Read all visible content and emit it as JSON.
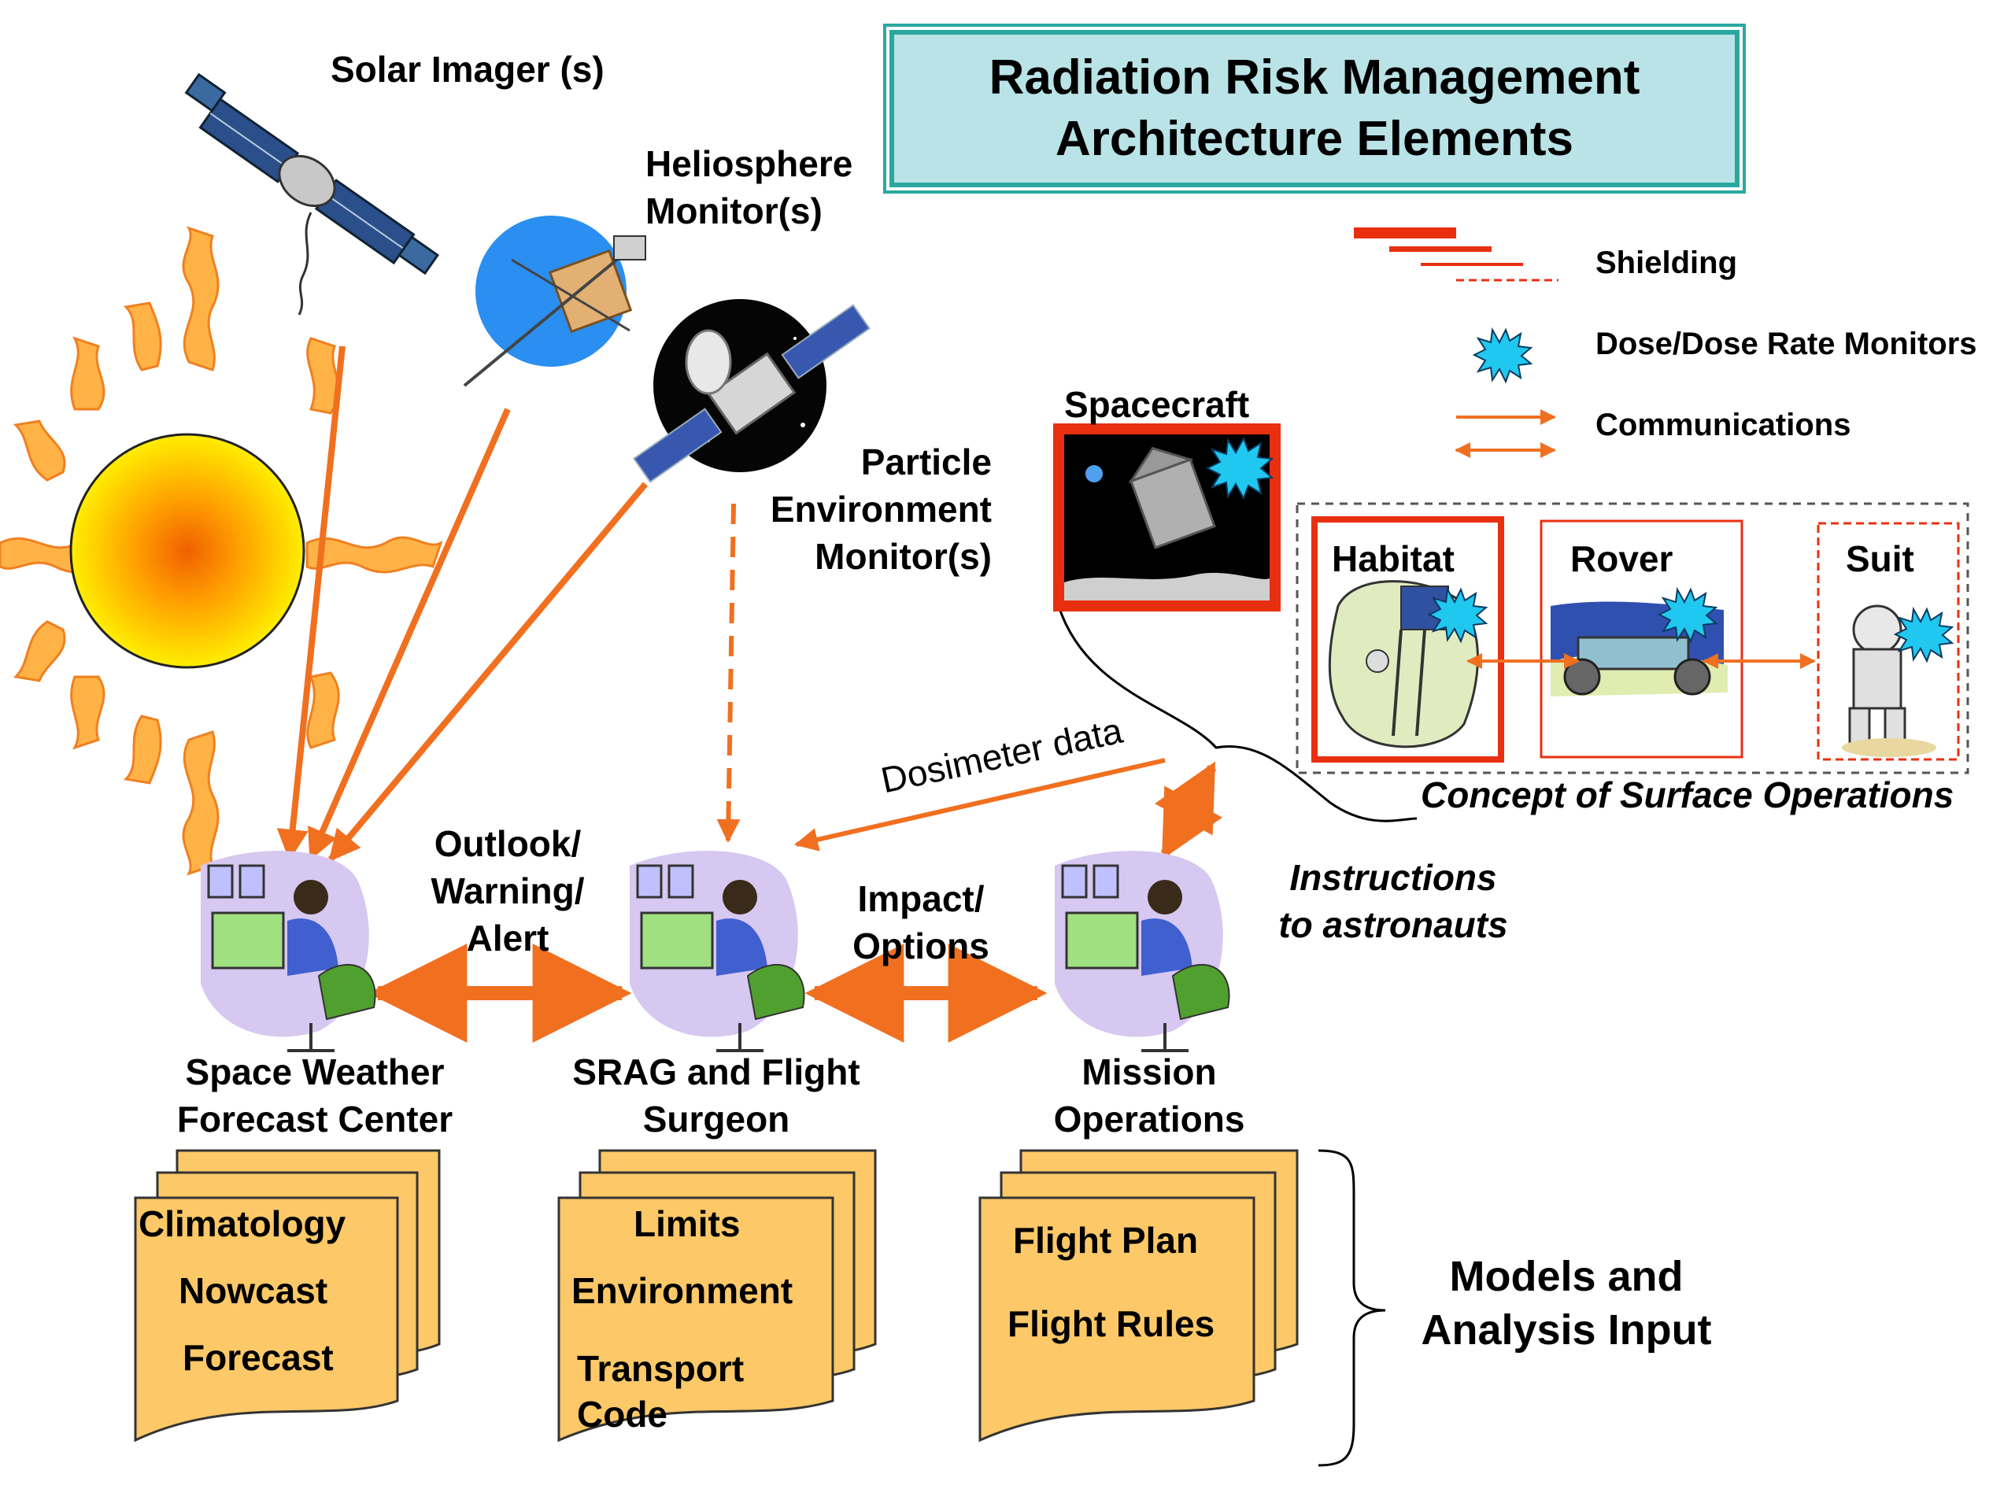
{
  "title": {
    "line1": "Radiation Risk Management",
    "line2": "Architecture Elements"
  },
  "sources": {
    "solar_imager": "Solar Imager (s)",
    "heliosphere": {
      "line1": "Heliosphere",
      "line2": "Monitor(s)"
    },
    "particle": {
      "line1": "Particle",
      "line2": "Environment",
      "line3": "Monitor(s)"
    }
  },
  "spacecraft_label": "Spacecraft",
  "legend": {
    "shielding": "Shielding",
    "dose_monitors": "Dose/Dose Rate Monitors",
    "communications": "Communications"
  },
  "surface_ops": {
    "habitat": "Habitat",
    "rover": "Rover",
    "suit": "Suit",
    "caption": "Concept of Surface Operations"
  },
  "flows": {
    "dosimeter": "Dosimeter data",
    "outlook": {
      "line1": "Outlook/",
      "line2": "Warning/",
      "line3": "Alert"
    },
    "impact": {
      "line1": "Impact/",
      "line2": "Options"
    },
    "instructions": {
      "line1": "Instructions",
      "line2": "to astronauts"
    }
  },
  "centers": {
    "swfc": {
      "line1": "Space Weather",
      "line2": "Forecast Center"
    },
    "srag": {
      "line1": "SRAG and Flight",
      "line2": "Surgeon"
    },
    "mission": {
      "line1": "Mission",
      "line2": "Operations"
    }
  },
  "docs": {
    "swfc": [
      "Climatology",
      "Nowcast",
      "Forecast"
    ],
    "srag": [
      "Limits",
      "Environment",
      "Transport",
      "Code"
    ],
    "mission": [
      "Flight Plan",
      "Flight Rules"
    ]
  },
  "models": {
    "line1": "Models and",
    "line2": "Analysis Input"
  },
  "colors": {
    "orange": "#f07020",
    "sun_yellow": "#ffee00",
    "sun_ray": "#ffb347",
    "doc_fill": "#fcc868",
    "title_bg": "#b9e3e6",
    "title_border": "#2aa8a0",
    "shield_red": "#e83010",
    "dose_cyan": "#20c8f0"
  }
}
